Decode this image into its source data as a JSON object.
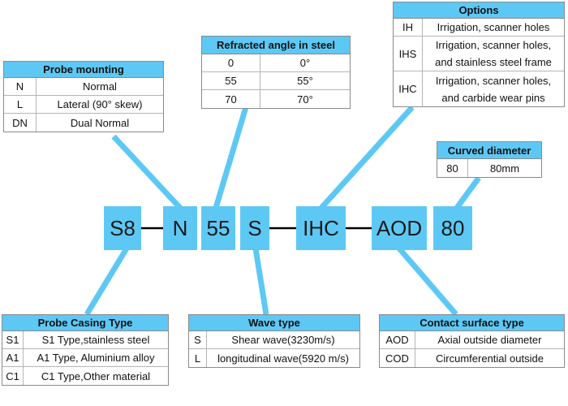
{
  "probe_mounting": {
    "title": "Probe mounting",
    "rows": [
      {
        "code": "N",
        "desc": "Normal"
      },
      {
        "code": "L",
        "desc": "Lateral (90° skew)"
      },
      {
        "code": "DN",
        "desc": "Dual Normal"
      }
    ]
  },
  "refracted_angle": {
    "title": "Refracted angle in steel",
    "rows": [
      {
        "code": "0",
        "desc": "0°"
      },
      {
        "code": "55",
        "desc": "55°"
      },
      {
        "code": "70",
        "desc": "70°"
      }
    ]
  },
  "options": {
    "title": "Options",
    "rows": [
      {
        "code": "IH",
        "lines": [
          "Irrigation, scanner holes"
        ]
      },
      {
        "code": "IHS",
        "lines": [
          "Irrigation, scanner holes,",
          "and stainless steel frame"
        ]
      },
      {
        "code": "IHC",
        "lines": [
          "Irrigation, scanner holes,",
          "and carbide wear pins"
        ]
      }
    ]
  },
  "curved_diameter": {
    "title": "Curved diameter",
    "rows": [
      {
        "code": "80",
        "desc": "80mm"
      }
    ]
  },
  "code_boxes": [
    "S8",
    "N",
    "55",
    "S",
    "IHC",
    "AOD",
    "80"
  ],
  "probe_casing": {
    "title": "Probe Casing Type",
    "rows": [
      {
        "code": "S1",
        "desc": "S1 Type,stainless  steel"
      },
      {
        "code": "A1",
        "desc": "A1 Type, Aluminium alloy"
      },
      {
        "code": "C1",
        "desc": "C1 Type,Other material"
      }
    ]
  },
  "wave_type": {
    "title": "Wave type",
    "rows": [
      {
        "code": "S",
        "desc": "Shear wave(3230m/s)"
      },
      {
        "code": "L",
        "desc": "longitudinal wave(5920 m/s)"
      }
    ]
  },
  "contact_surface": {
    "title": "Contact surface type",
    "rows": [
      {
        "code": "AOD",
        "desc": "Axial outside diameter"
      },
      {
        "code": "COD",
        "desc": "Circumferential outside"
      }
    ]
  },
  "colors": {
    "accent": "#5ec8f5",
    "connector": "#5ec8f5",
    "dash": "#000000"
  }
}
